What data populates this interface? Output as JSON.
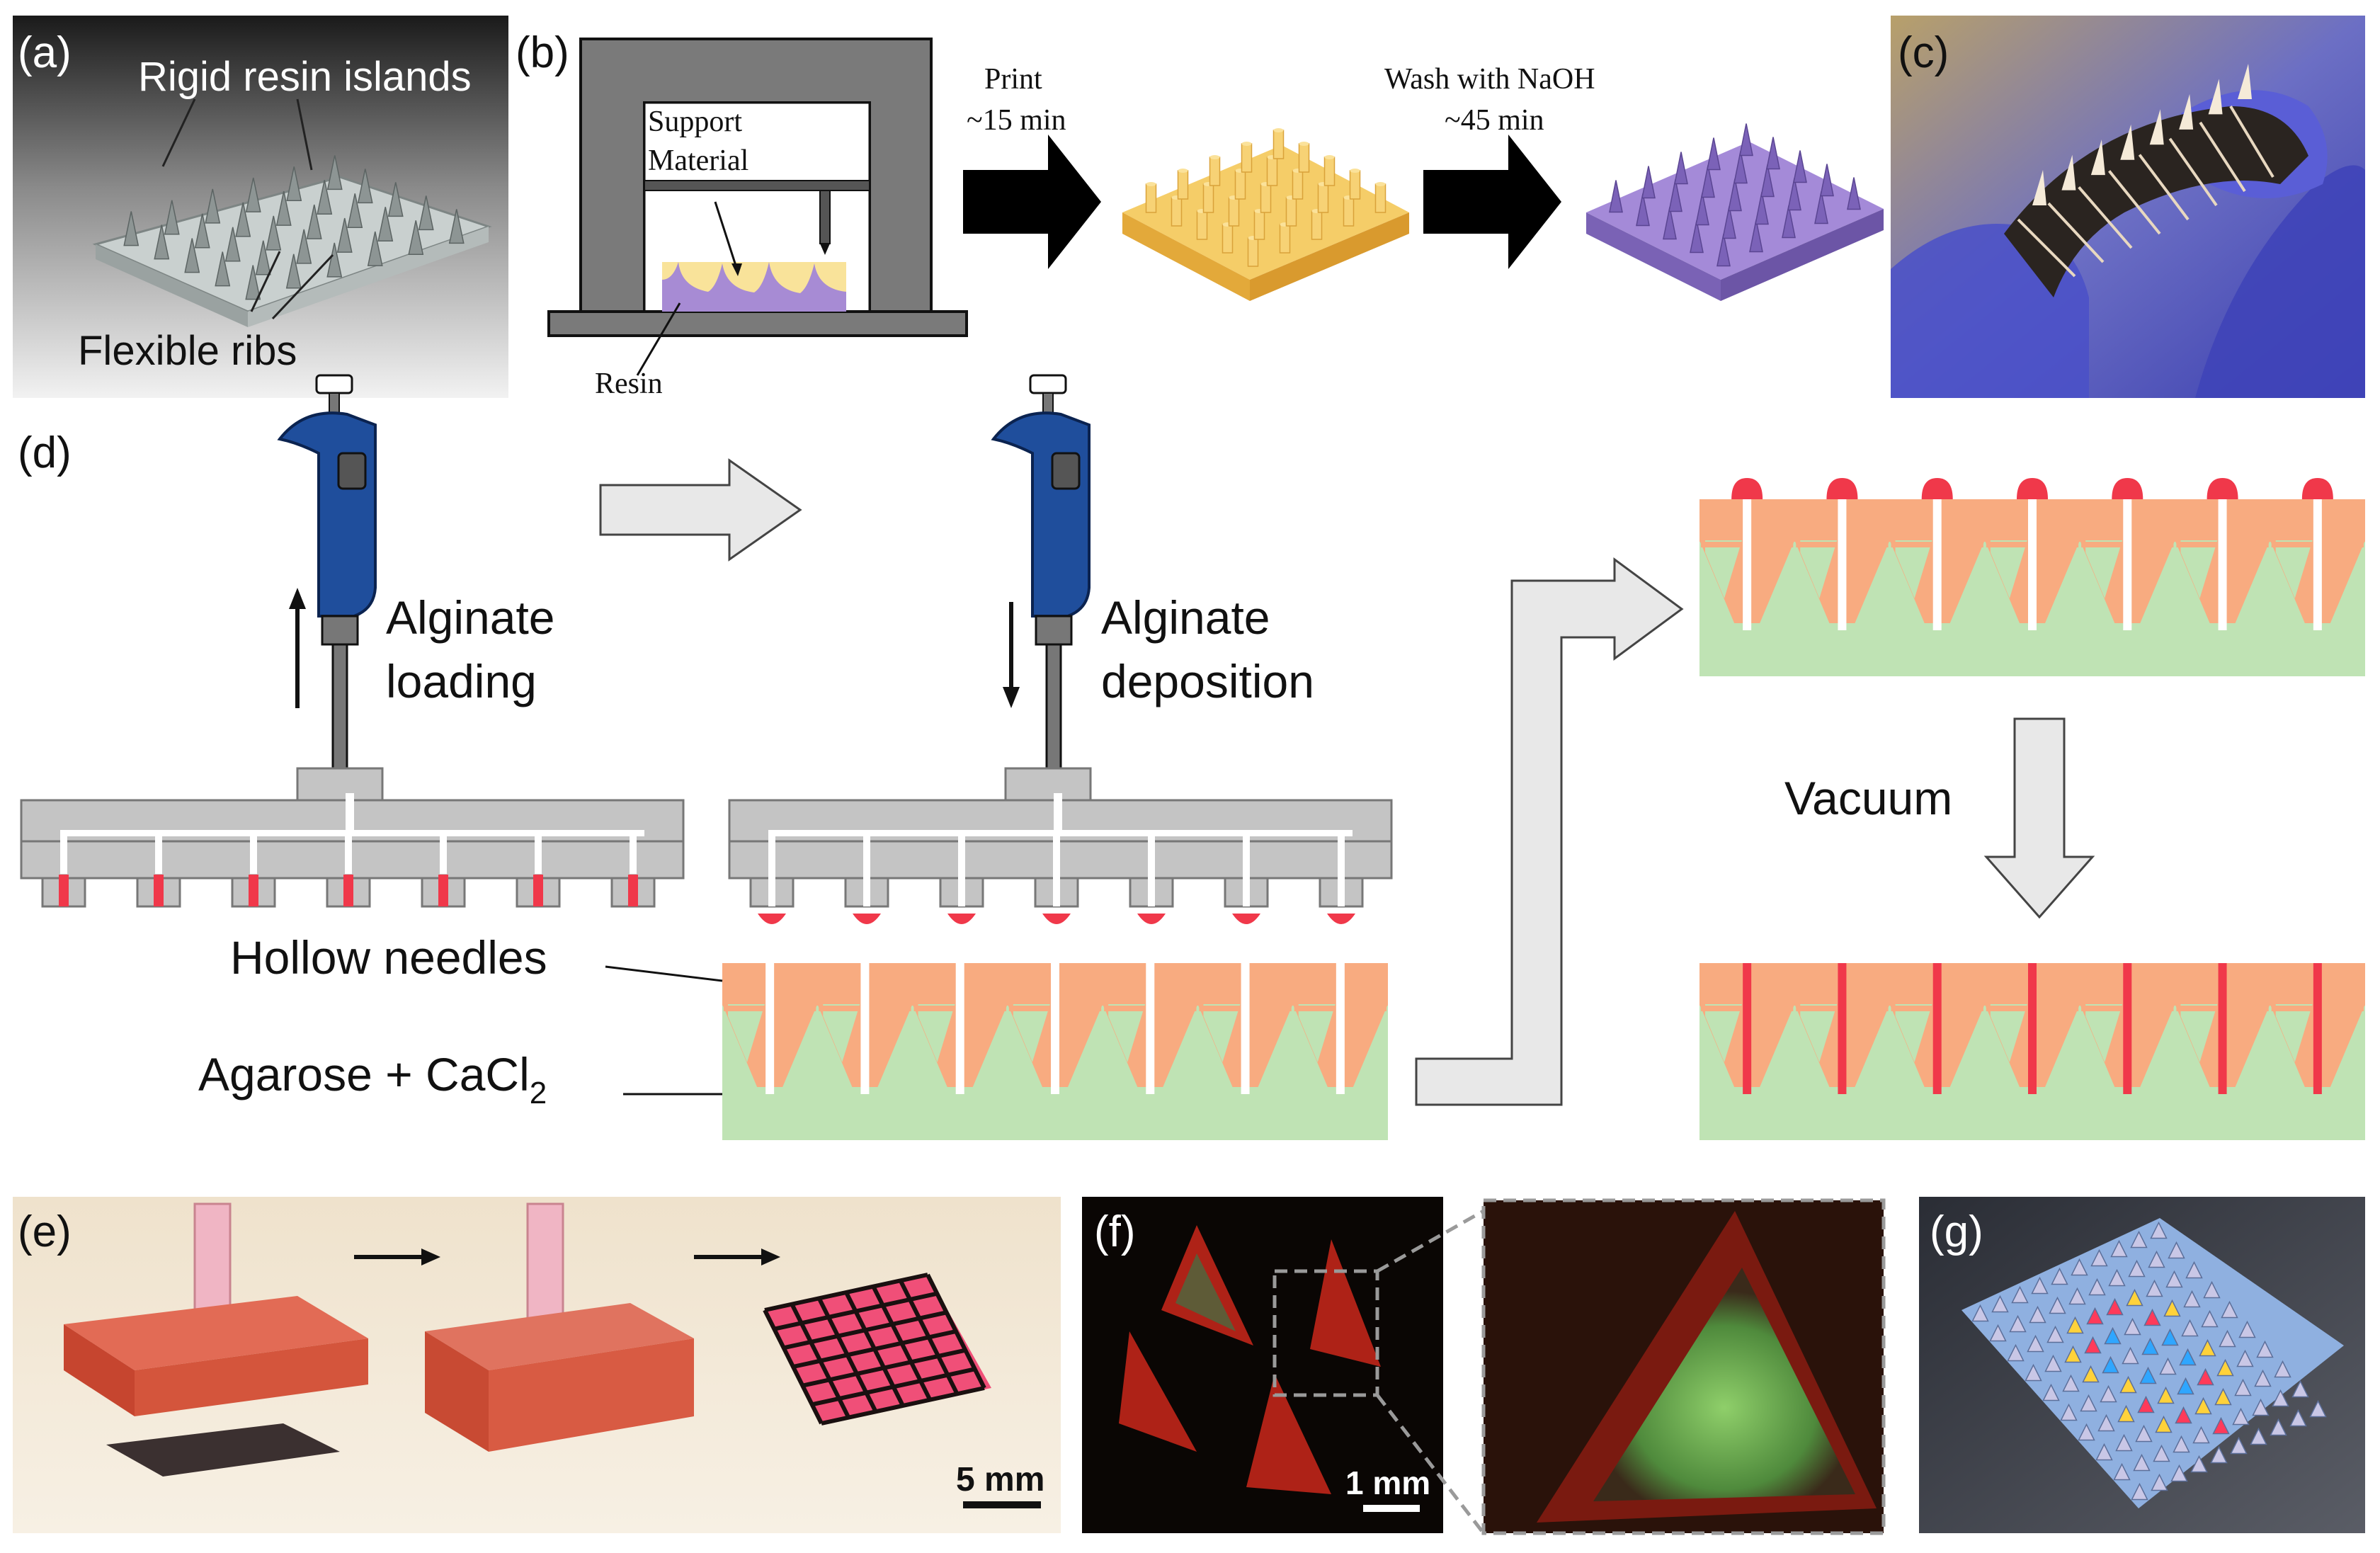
{
  "panels": {
    "a": {
      "label": "(a)",
      "top_annotation": "Rigid resin islands",
      "bottom_annotation": "Flexible ribs"
    },
    "b": {
      "label": "(b)",
      "support_line1": "Support",
      "support_line2": "Material",
      "resin": "Resin",
      "step1_line1": "Print",
      "step1_line2": "~15 min",
      "step2_line1": "Wash with NaOH",
      "step2_line2": "~45 min"
    },
    "c": {
      "label": "(c)"
    },
    "d": {
      "label": "(d)",
      "loading_line1": "Alginate",
      "loading_line2": "loading",
      "deposition_line1": "Alginate",
      "deposition_line2": "deposition",
      "hollow_needles": "Hollow needles",
      "agarose": "Agarose + CaCl",
      "agarose_subscript": "2",
      "vacuum": "Vacuum"
    },
    "e": {
      "label": "(e)",
      "scale_bar": "5 mm"
    },
    "f": {
      "label": "(f)",
      "scale_bar": "1 mm"
    },
    "g": {
      "label": "(g)"
    }
  },
  "colors": {
    "pipette_blue": "#1f4e9c",
    "agarose_green": "#bfe3b4",
    "resin_orange": "#f8ab80",
    "alginate_red": "#f0384a",
    "mold_grey": "#c4c4c4",
    "print_yellow": "#f3c355",
    "washed_purple": "#9c7fd0"
  }
}
